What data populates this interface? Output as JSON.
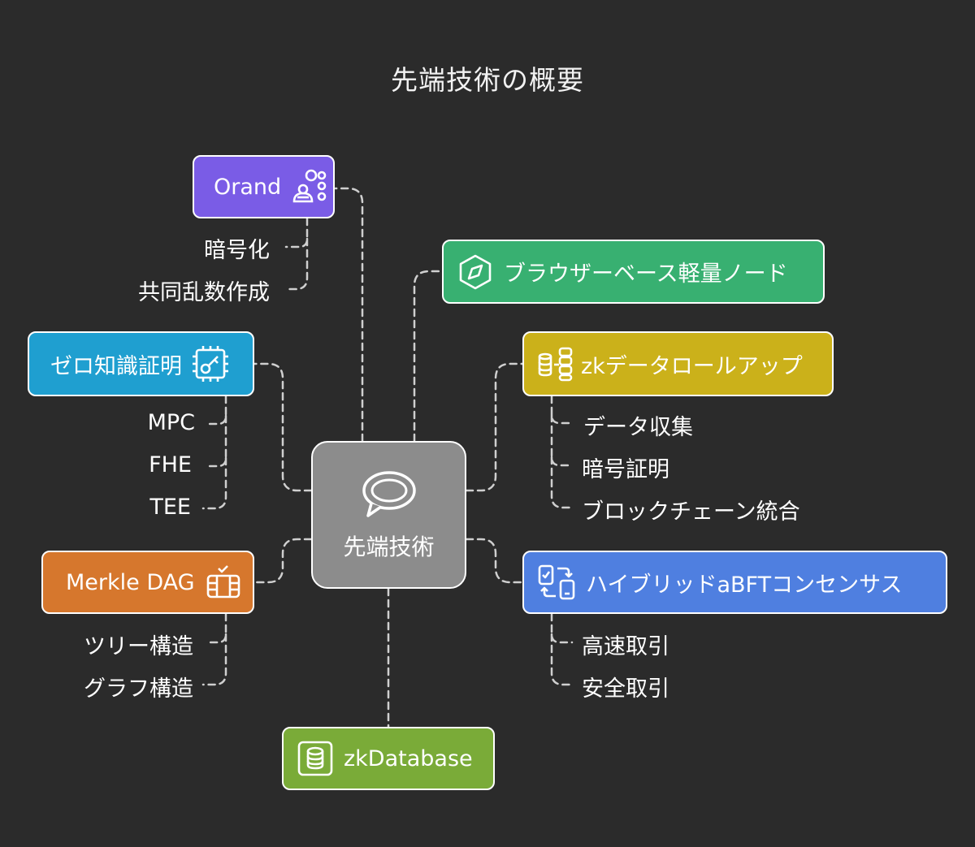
{
  "title": "先端技術の概要",
  "center": {
    "label": "先端技術",
    "icon": "chat-bubble-icon"
  },
  "colors": {
    "background": "#2b2b2b",
    "center": "#8c8c8c",
    "orand": "#7a5ce6",
    "zk_proof": "#1f9fd0",
    "merkle": "#d6772d",
    "zkdatabase": "#7aab38",
    "browser_node": "#38b071",
    "zk_rollup": "#cbb11a",
    "hybrid": "#4f7fe0"
  },
  "nodes": {
    "orand": {
      "label": "Orand",
      "icon": "molecule-icon",
      "items": [
        "暗号化",
        "共同乱数作成"
      ]
    },
    "zk_proof": {
      "label": "ゼロ知識証明",
      "icon": "key-circuit-icon",
      "items": [
        "MPC",
        "FHE",
        "TEE"
      ]
    },
    "merkle": {
      "label": "Merkle DAG",
      "icon": "dag-blocks-icon",
      "items": [
        "ツリー構造",
        "グラフ構造"
      ]
    },
    "zkdatabase": {
      "label": "zkDatabase",
      "icon": "database-icon",
      "items": []
    },
    "browser_node": {
      "label": "ブラウザーベース軽量ノード",
      "icon": "compass-hexagon-icon",
      "items": []
    },
    "zk_rollup": {
      "label": "zkデータロールアップ",
      "icon": "stacked-coins-icon",
      "items": [
        "データ収集",
        "暗号証明",
        "ブロックチェーン統合"
      ]
    },
    "hybrid": {
      "label": "ハイブリッドaBFTコンセンサス",
      "icon": "device-sync-icon",
      "items": [
        "高速取引",
        "安全取引"
      ]
    }
  }
}
